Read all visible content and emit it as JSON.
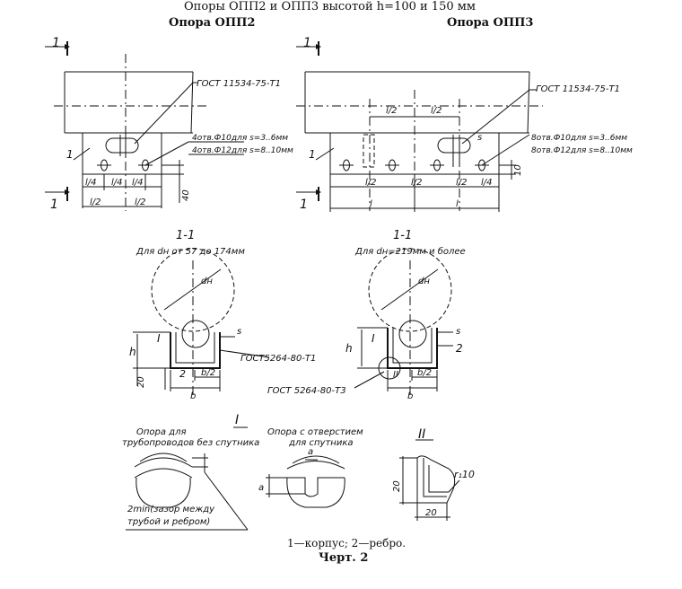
{
  "header": {
    "title": "Опоры ОПП2 и ОПП3 высотой h=100 и 150 мм",
    "left_caption": "Опора ОПП2",
    "right_caption": "Опора ОПП3"
  },
  "top_left": {
    "gost": "ГОСТ 11534-75-Т1",
    "holes_1": "4отв.Ф10для s=3..6мм",
    "holes_2": "4отв.Ф12для s=8..10мм",
    "pos": "1",
    "dims": [
      "l/4",
      "l/4",
      "l/4",
      "l/2",
      "l/2",
      "40"
    ],
    "section_mark": "1",
    "section_mark_bottom": "1"
  },
  "top_right": {
    "gost": "ГОСТ 11534-75-Т1",
    "holes_1": "8отв.Ф10для s=3..6мм",
    "holes_2": "8отв.Ф12для s=8..10мм",
    "pos": "1",
    "top_dims": [
      "l/2",
      "l/2"
    ],
    "dims": [
      "l/2",
      "l/2",
      "l/2",
      "l/4",
      "l",
      "l",
      "10"
    ],
    "s": "s",
    "section_mark": "1",
    "section_mark_bottom": "1"
  },
  "section_left": {
    "title": "1-1",
    "subtitle": "Для dн от 57 до 174мм",
    "dn": "dн",
    "s": "s",
    "h": "h",
    "mark": "I",
    "gost": "ГОСТ5264-80-Т1",
    "dim_20": "20",
    "pos2": "2",
    "b_half": "b/2",
    "b": "b"
  },
  "section_right": {
    "title": "1-1",
    "subtitle": "Для dн=219мм и более",
    "dn": "dн",
    "s": "s",
    "h": "h",
    "mark": "I",
    "mark2": "II",
    "gost": "ГОСТ 5264-80-Т3",
    "pos2": "2",
    "b_half": "b/2",
    "b": "b"
  },
  "detail_I": {
    "label": "I",
    "left_caption_1": "Опора для",
    "left_caption_2": "трубопроводов без спутника",
    "right_caption_1": "Опора с отверстием",
    "right_caption_2": "для спутника",
    "note_1": "2min(зазор между",
    "note_2": "трубой и ребром)",
    "a_top": "a",
    "a_side": "a"
  },
  "detail_II": {
    "label": "II",
    "r": "r₁10",
    "dim_v": "20",
    "dim_h": "20"
  },
  "footer": {
    "legend": "1—корпус; 2—ребро.",
    "figure": "Черт. 2"
  }
}
